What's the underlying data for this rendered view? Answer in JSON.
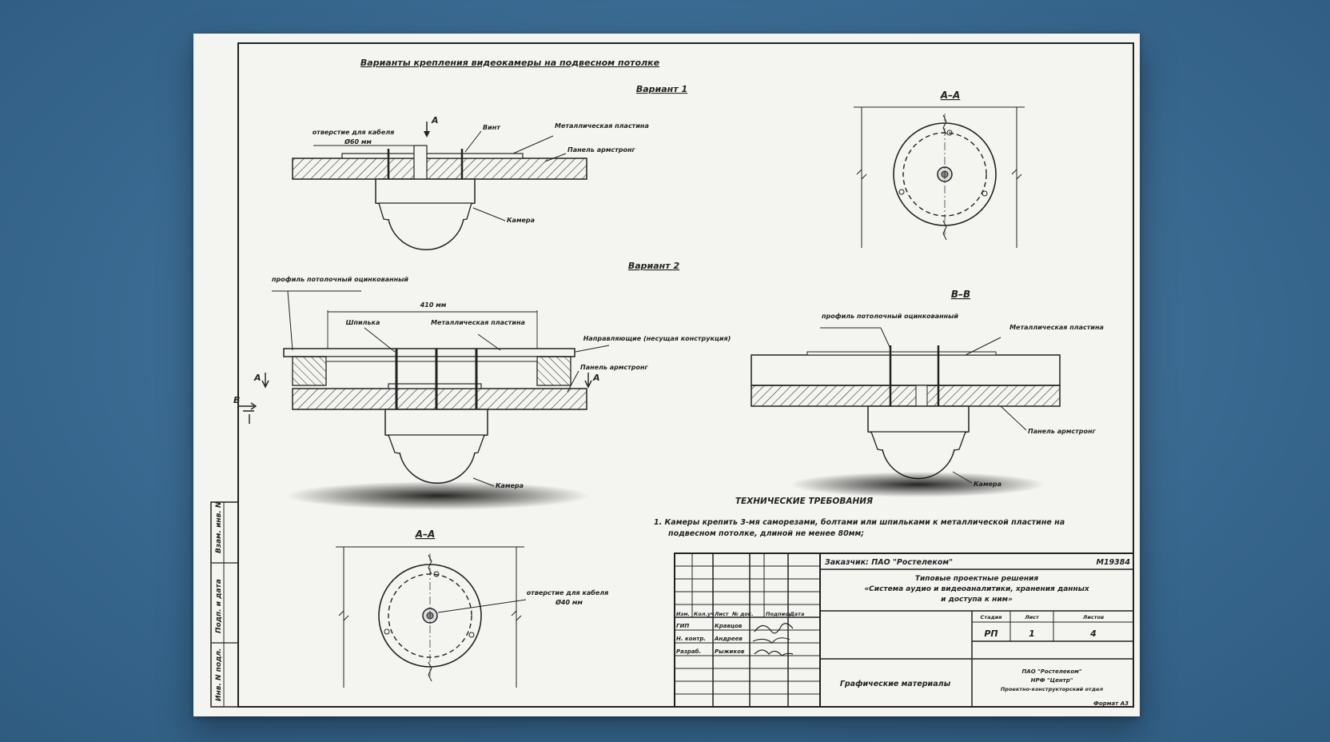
{
  "title": "Варианты крепления видеокамеры на подвесном потолке",
  "variant1": {
    "heading": "Вариант 1",
    "hole_label": "отверстие для кабеля",
    "hole_size": "Ø60 мм",
    "screw": "Винт",
    "plate": "Металлическая пластина",
    "panel": "Панель армстронг",
    "camera": "Камера",
    "section_arrow": "A"
  },
  "section_aa_top": "A–A",
  "variant2": {
    "heading": "Вариант 2",
    "profile": "профиль потолочный оцинкованный",
    "width": "410 мм",
    "stud": "Шпилька",
    "plate": "Металлическая пластина",
    "guide": "Направляющие (несущая конструкция)",
    "panel": "Панель армстронг",
    "camera": "Камера",
    "arrow_a": "A",
    "arrow_b": "B"
  },
  "section_bb": {
    "heading": "B–B",
    "profile": "профиль потолочный оцинкованный",
    "plate": "Металлическая пластина",
    "panel": "Панель армстронг",
    "camera": "Камера"
  },
  "section_aa_bottom": {
    "heading": "A–A",
    "hole_label": "отверстие для кабеля",
    "hole_size": "Ø40 мм"
  },
  "tech": {
    "heading": "ТЕХНИЧЕСКИЕ ТРЕБОВАНИЯ",
    "item1_line1": "1. Камеры крепить 3-мя саморезами, болтами или шпильками к металлической пластине на",
    "item1_line2": "подвесном потолке, длиной не менее 80мм;"
  },
  "title_block": {
    "customer": "Заказчик: ПАО \"Ростелеком\"",
    "doc_number": "M19384",
    "project_line1": "Типовые проектные решения",
    "project_line2": "«Система аудио и видеоаналитики, хранения данных",
    "project_line3": "и доступа к ним»",
    "stage_h": "Стадия",
    "sheet_h": "Лист",
    "sheets_h": "Листов",
    "stage": "РП",
    "sheet": "1",
    "sheets": "4",
    "col_headers": [
      "Изм.",
      "Кол.уч",
      "Лист",
      "№ док.",
      "Подпись",
      "Дата"
    ],
    "rows": [
      {
        "role": "ГИП",
        "name": "Кравцов"
      },
      {
        "role": "Н. контр.",
        "name": "Андреев"
      },
      {
        "role": "Разраб.",
        "name": "Рыжиков"
      }
    ],
    "drawing_name": "Графические материалы",
    "org_line1": "ПАО \"Ростелеком\"",
    "org_line2": "НРФ \"Центр\"",
    "org_line3": "Проектно-конструкторский отдел",
    "format": "Формат А3"
  },
  "side_stamps": [
    "Взам. инв. N",
    "Подп. и дата",
    "Инв. N подл."
  ]
}
